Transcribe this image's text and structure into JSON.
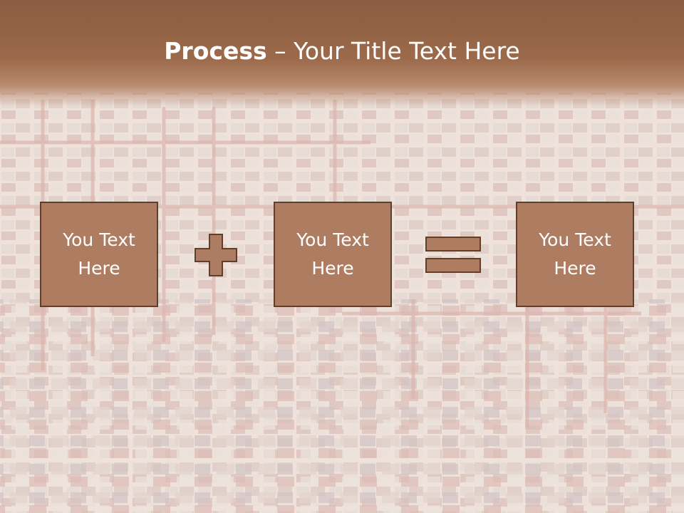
{
  "slide": {
    "title_bold": "Process",
    "title_rest": " – Your Title Text Here",
    "boxes": [
      {
        "line1": "You Text",
        "line2": "Here"
      },
      {
        "line1": "You Text",
        "line2": "Here"
      },
      {
        "line1": "You Text",
        "line2": "Here"
      }
    ],
    "operators": {
      "first": "plus-icon",
      "second": "equals-icon"
    },
    "colors": {
      "header": "#8a5c41",
      "box_fill": "#ae7c61",
      "box_border": "#5f3e2c",
      "text": "#ffffff"
    }
  }
}
